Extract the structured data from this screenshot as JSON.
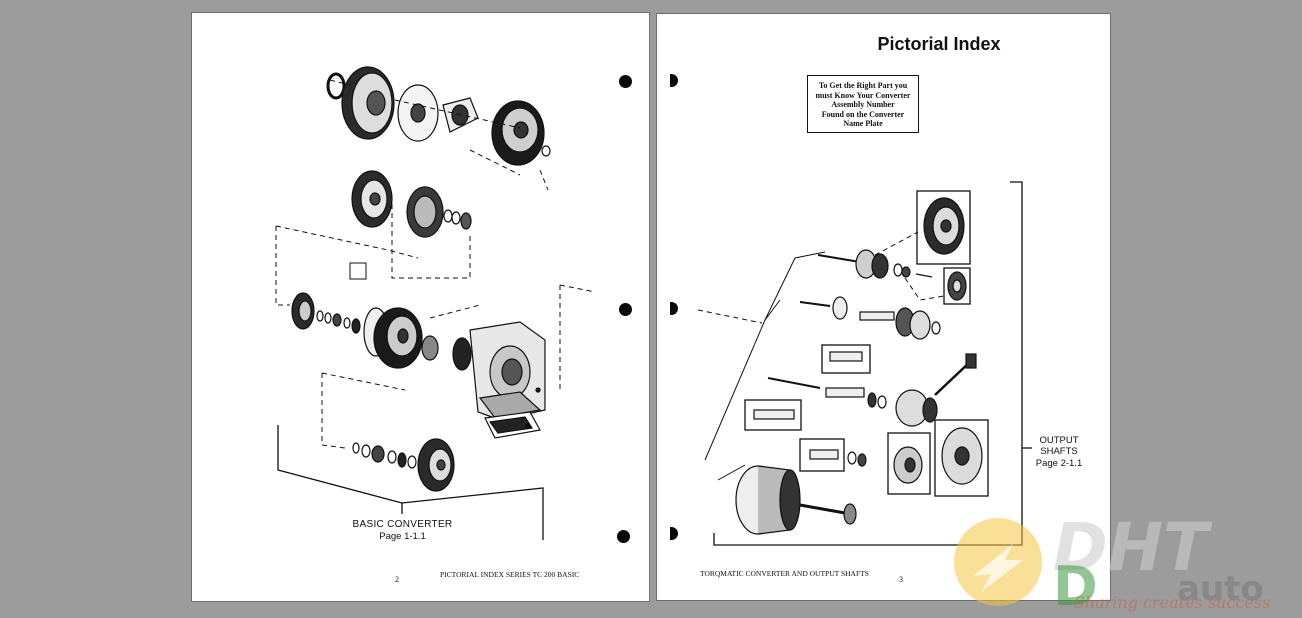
{
  "left_page": {
    "caption_title": "BASIC CONVERTER",
    "caption_page": "Page 1-1.1",
    "page_number": "2",
    "footer": "PICTORIAL INDEX SERIES TC 200 BASIC"
  },
  "right_page": {
    "title": "Pictorial Index",
    "note_lines": [
      "To Get the Right Part you",
      "must Know Your Converter",
      "Assembly Number",
      "Found on the Converter",
      "Name Plate"
    ],
    "output_label_1": "OUTPUT",
    "output_label_2": "SHAFTS",
    "output_page": "Page 2-1.1",
    "footer": "TORQMATIC CONVERTER AND OUTPUT SHAFTS",
    "page_number": "3"
  },
  "watermark": {
    "brand_main": "DHT",
    "brand_sub": "auto",
    "tagline": "Sharing creates success"
  }
}
